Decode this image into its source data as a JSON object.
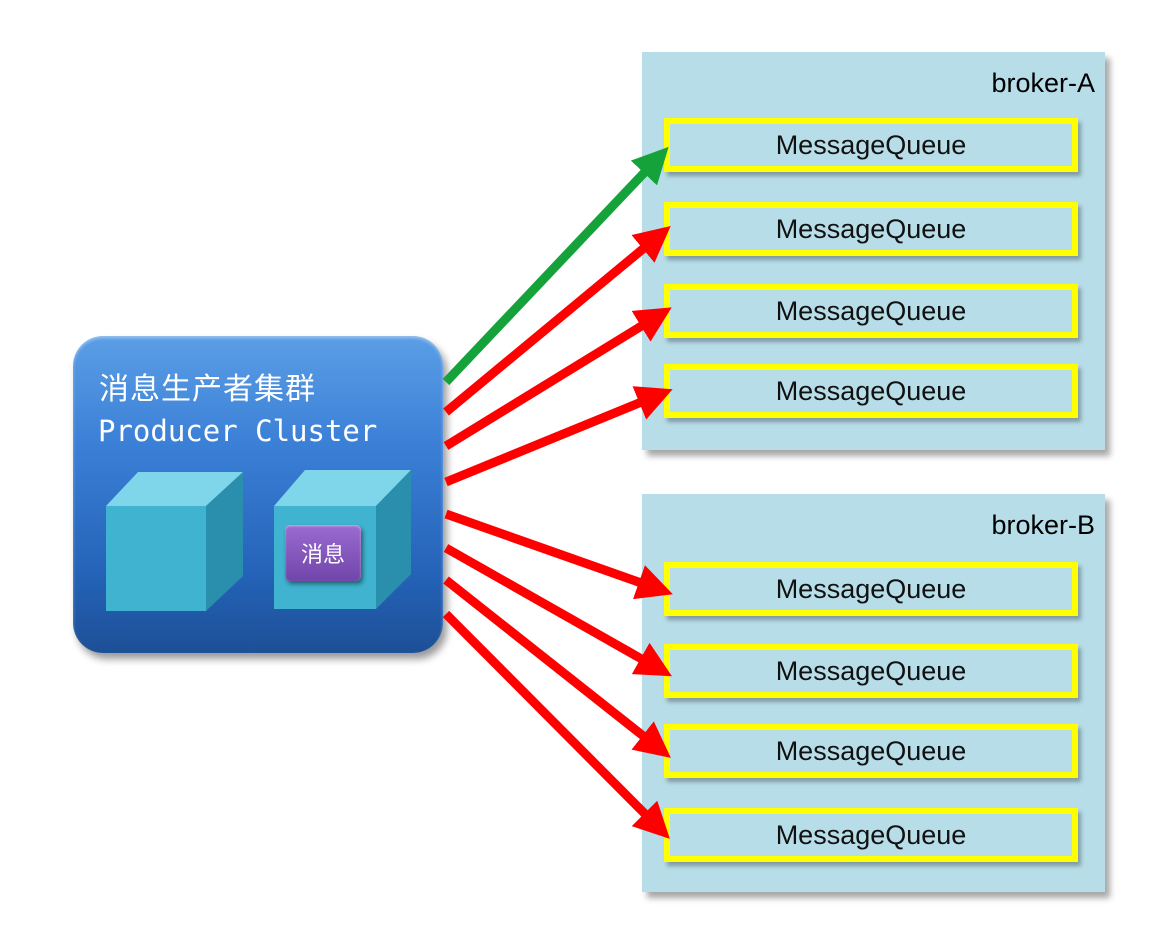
{
  "producer": {
    "title_cn": "消息生产者集群",
    "title_en": "Producer Cluster",
    "message_label": "消息"
  },
  "brokers": [
    {
      "label": "broker-A",
      "queues": [
        "MessageQueue",
        "MessageQueue",
        "MessageQueue",
        "MessageQueue"
      ]
    },
    {
      "label": "broker-B",
      "queues": [
        "MessageQueue",
        "MessageQueue",
        "MessageQueue",
        "MessageQueue"
      ]
    }
  ],
  "colors": {
    "selected_arrow": "#16a23a",
    "other_arrow": "#ff0000",
    "queue_border": "#ffff00",
    "broker_bg": "#b7dde8",
    "producer_bg": "#2f73c9"
  }
}
